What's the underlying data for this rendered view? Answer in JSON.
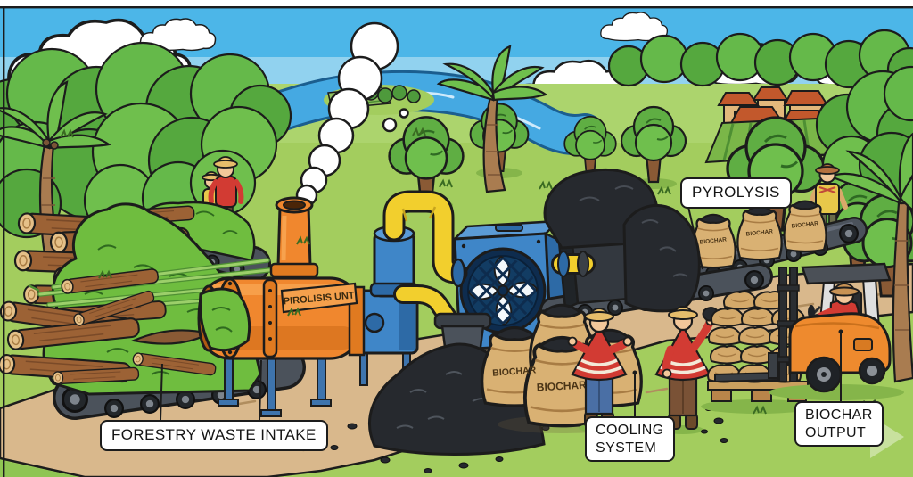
{
  "scene": {
    "description": "Cartoon illustration of a biochar production line: forestry waste is fed by conveyor into a pyrolysis unit, passed through a cooling system, and bagged as biochar for output by forklift"
  },
  "callouts": {
    "pyrolysis": "PYROLYSIS",
    "forestry_waste_intake": "FORESTRY WASTE INTAKE",
    "cooling_system": "COOLING\nSYSTEM",
    "biochar_output": "BIOCHAR\nOUTPUT"
  },
  "equipment": {
    "pyrolysis_unit_plate": "PIROLISIS UNT",
    "bag_label": "BIOCHAR"
  },
  "colors": {
    "sky": "#4cb6e8",
    "horizon_band": "#9ed7f0",
    "grass": "#a3cd5e",
    "grass_shadow": "#85b54a",
    "path_tan": "#d9b88c",
    "river_blue": "#45a9e2",
    "tree_green": "#5fae43",
    "trunk_brown": "#8a5a35",
    "waste_green": "#6fbd3f",
    "log_brown": "#9c6235",
    "log_end": "#e5c088",
    "conveyor_gray": "#4b525b",
    "machine_orange": "#f0872e",
    "unit_blue": "#3f86c8",
    "pipe_yellow": "#f2cf2d",
    "biochar_black": "#26292e",
    "bag_tan": "#d9b173",
    "forklift_orange": "#ee8a2e",
    "shirt_red": "#d23b33",
    "hat_straw": "#e6bd6b",
    "roof_terracotta": "#c2582c",
    "outline": "#1c1c1c",
    "label_bg": "#ffffff",
    "cloud_white": "#ffffff"
  }
}
